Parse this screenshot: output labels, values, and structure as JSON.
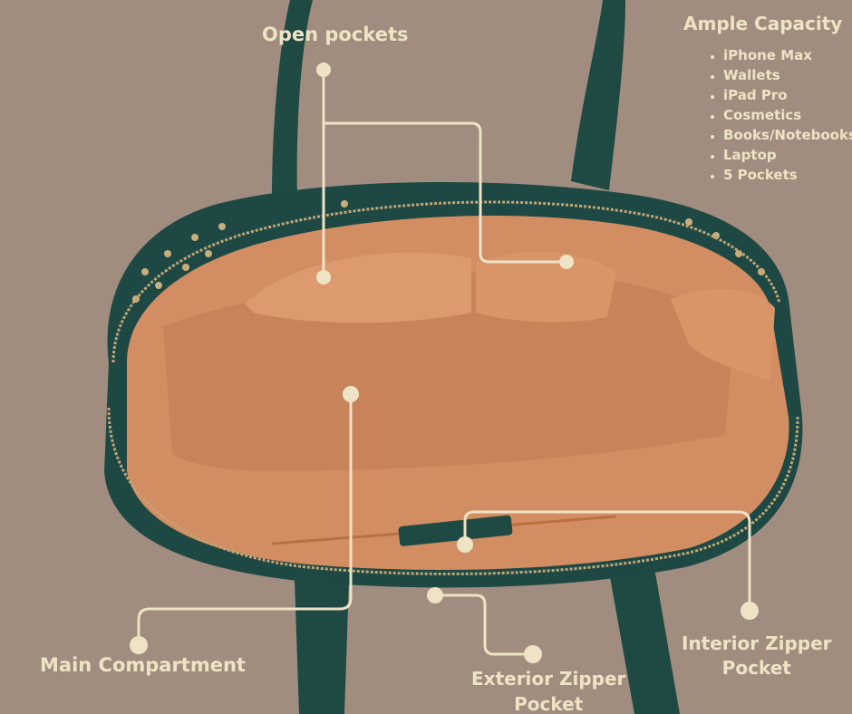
{
  "labels": {
    "open_pockets": "Open pockets",
    "main_compartment": "Main Compartment",
    "interior_zipper_line1": "Interior Zipper",
    "interior_zipper_line2": "Pocket",
    "exterior_zipper_line1": "Exterior Zipper",
    "exterior_zipper_line2": "Pocket"
  },
  "capacity": {
    "title": "Ample Capacity",
    "items": [
      "iPhone Max",
      "Wallets",
      "iPad Pro",
      "Cosmetics",
      "Books/Notebooks",
      "Laptop",
      "5 Pockets"
    ]
  },
  "colors": {
    "background": "#a08d7f",
    "callout": "#efe3c6",
    "bag_leather": "#1f4a44",
    "lining": "#d28e62"
  }
}
